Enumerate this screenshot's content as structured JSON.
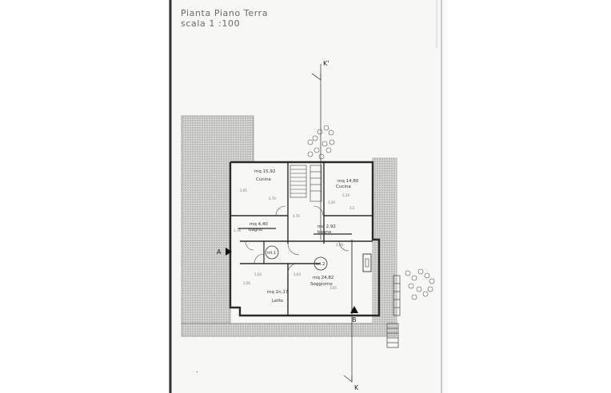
{
  "sheet": {
    "title_line1": "Pianta Piano Terra",
    "title_line2": "scala 1 :100"
  },
  "section_marks": {
    "k_top": "K'",
    "k_bottom": "K",
    "a": "A",
    "b": "B",
    "dot": "."
  },
  "rooms": {
    "cucina_left": {
      "area": "mq 15,92",
      "name": "Cucina"
    },
    "cucina_right": {
      "area": "mq 14,80",
      "name": "Cucina"
    },
    "bagno_left": {
      "area": "mq 4,40",
      "name": "bagno"
    },
    "bagno_right": {
      "area": "mq 2,92",
      "name": "bagno"
    },
    "letto": {
      "area": "mq 1n,17",
      "name": "Letto"
    },
    "soggiorno": {
      "area": "mq 24,82",
      "name": "Soggiorno"
    }
  },
  "circles": {
    "int1": "int.1",
    "int2": "int.2"
  },
  "dimensions": {
    "d1": "4,70",
    "d2": "3,65",
    "d3": "2,24",
    "d4": "3,20",
    "d5": "3,5",
    "d6": "2,56",
    "d7": "1,78",
    "d8": "2,63",
    "d9": "3,63",
    "d10": "2,56",
    "d11": "3,65",
    "d12": "4,70"
  },
  "colors": {
    "wall": "#2b2b2b",
    "hatch": "#9a9a9a",
    "line": "#555555"
  }
}
